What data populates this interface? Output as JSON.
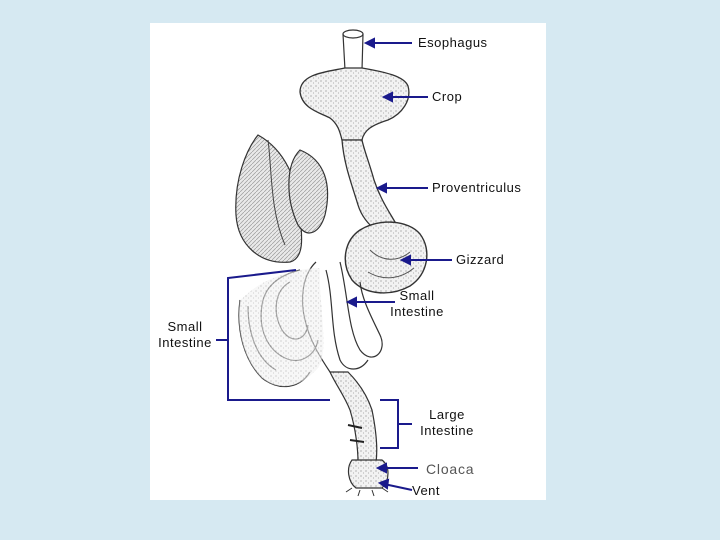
{
  "labels": {
    "esophagus": "Esophagus",
    "crop": "Crop",
    "proventriculus": "Proventriculus",
    "gizzard": "Gizzard",
    "small_intestine_right_1": "Small",
    "small_intestine_right_2": "Intestine",
    "small_intestine_left_1": "Small",
    "small_intestine_left_2": "Intestine",
    "large_intestine_1": "Large",
    "large_intestine_2": "Intestine",
    "cloaca": "Cloaca",
    "vent": "Vent"
  },
  "colors": {
    "background": "#d6e9f2",
    "panel": "#ffffff",
    "pointer": "#1a1a8c",
    "organ_fill": "#e6e6e6",
    "organ_stroke": "#333333"
  }
}
